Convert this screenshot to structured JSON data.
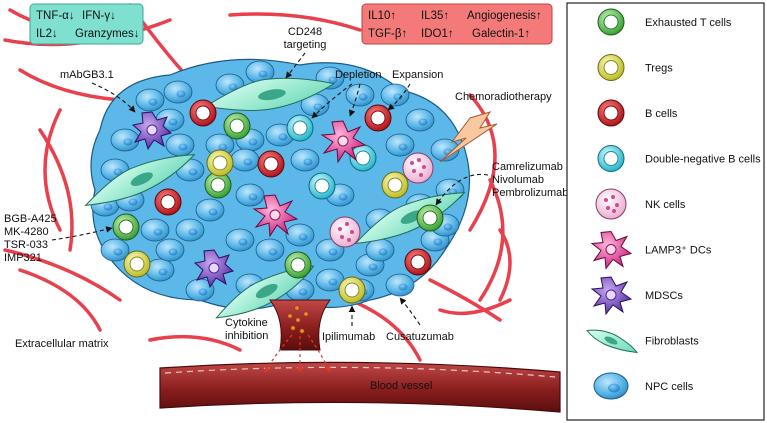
{
  "cyan_box": {
    "row1_left": "TNF-α↓",
    "row1_right": "IFN-γ↓",
    "row2_left": "IL2↓",
    "row2_right": "Granzymes↓"
  },
  "red_box": {
    "row1_a": "IL10↑",
    "row1_b": "IL35↑",
    "row1_c": "Angiogenesis↑",
    "row2_a": "TGF-β↑",
    "row2_b": "IDO1↑",
    "row2_c": "Galectin-1↑"
  },
  "labels": {
    "cd248_line1": "CD248",
    "cd248_line2": "targeting",
    "mab": "mAbGB3.1",
    "depletion": "Depletion",
    "expansion": "Expansion",
    "chemoradiotherapy": "Chemoradiotherapy",
    "pd1_line1": "Camrelizumab",
    "pd1_line2": "Nivolumab",
    "pd1_line3": "Pembrolizumab",
    "lag3_line1": "BGB-A425",
    "lag3_line2": "MK-4280",
    "lag3_line3": "TSR-033",
    "lag3_line4": "IMP321",
    "ecm": "Extracellular matrix",
    "cytokine_line1": "Cytokine",
    "cytokine_line2": "inhibition",
    "ipilimumab": "Ipilimumab",
    "cusatuzumab": "Cusatuzumab",
    "blood_vessel": "Blood vessel"
  },
  "legend": {
    "items": [
      {
        "label": "Exhausted T cells",
        "icon": "exhausted-t-cell"
      },
      {
        "label": "Tregs",
        "icon": "treg"
      },
      {
        "label": "B cells",
        "icon": "b-cell"
      },
      {
        "label": "Double-negative B cells",
        "icon": "double-negative-b-cell"
      },
      {
        "label": "NK cells",
        "icon": "nk-cell"
      },
      {
        "label": "LAMP3⁺ DCs",
        "icon": "lamp3-dc"
      },
      {
        "label": "MDSCs",
        "icon": "mdsc"
      },
      {
        "label": "Fibroblasts",
        "icon": "fibroblast"
      },
      {
        "label": "NPC cells",
        "icon": "npc-cell"
      }
    ]
  },
  "colors": {
    "cyan_box": "#7fe0d0",
    "red_box": "#f47a7a",
    "npc_cell": "#5cb8e8",
    "fiber": "#e8404c",
    "vessel": "#9a2a2a",
    "exhausted_t": "#5bc84a",
    "treg": "#e2e23a",
    "b_cell": "#d81e26",
    "dn_b_cell": "#38d8e8",
    "nk_cell": "#f0b8d8",
    "dc": "#e8409a",
    "mdsc": "#8050c0",
    "fibroblast": "#9ae8d0"
  }
}
